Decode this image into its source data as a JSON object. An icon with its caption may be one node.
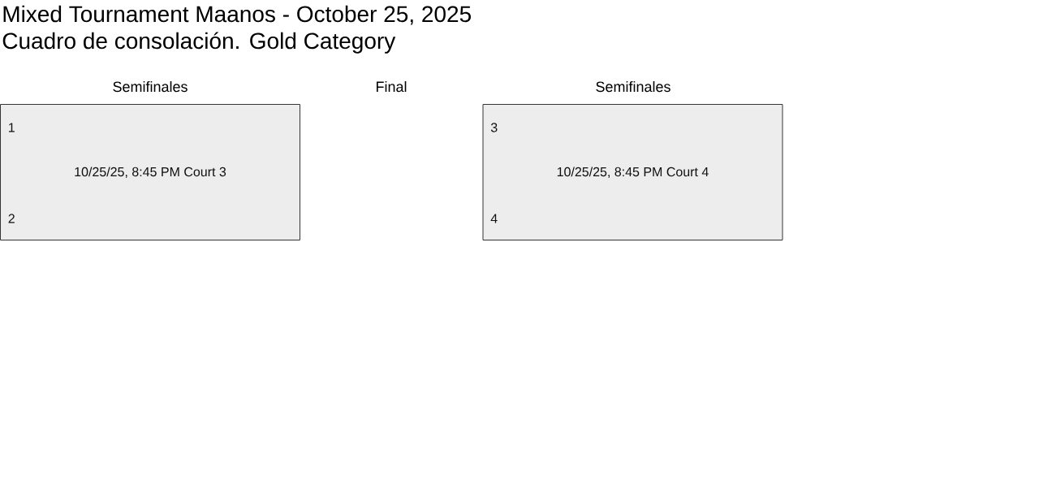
{
  "diagram": {
    "title": "Mixed Tournament Maanos - October 25, 2025",
    "nodes": [
      {
        "text": [
          "1",
          "10/25/25, 8:45 PM Court 3",
          "2"
        ]
      },
      {
        "text": [
          "3",
          "10/25/25, 8:45 PM Court 4",
          "4"
        ]
      }
    ],
    "labels": [
      "Cuadro de consolación. Gold Category",
      "Semifinales",
      "Final",
      "Semifinales"
    ]
  }
}
